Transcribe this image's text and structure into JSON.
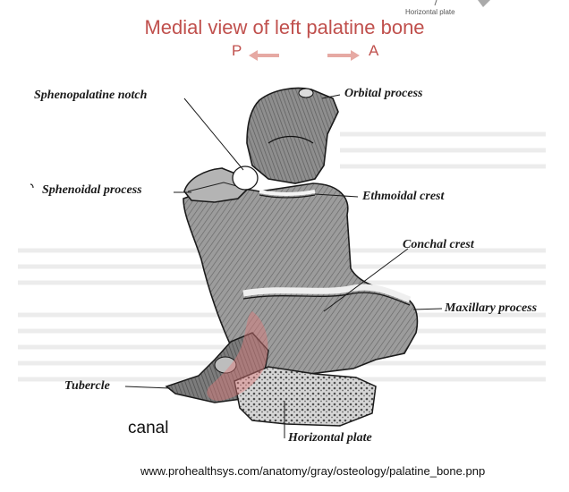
{
  "header": {
    "title": "Medial view of left palatine bone",
    "posterior": "P",
    "anterior": "A",
    "corner_label": "Horizontal plate"
  },
  "labels": {
    "sphenopalatine_notch": "Sphenopalatine notch",
    "orbital_process": "Orbital process",
    "sphenoidal_process": "Sphenoidal process",
    "ethmoidal_crest": "Ethmoidal crest",
    "conchal_crest": "Conchal crest",
    "maxillary_process": "Maxillary process",
    "tubercle": "Tubercle",
    "horizontal_plate": "Horizontal plate"
  },
  "annotation": {
    "canal": "canal"
  },
  "source": {
    "url": "www.prohealthsys.com/anatomy/gray/osteology/palatine_bone.pnp"
  },
  "colors": {
    "title": "#c0504d",
    "arrow": "#e6a9a3",
    "highlight": "#e07a7a",
    "ink": "#1a1a1a",
    "background": "#ffffff"
  }
}
